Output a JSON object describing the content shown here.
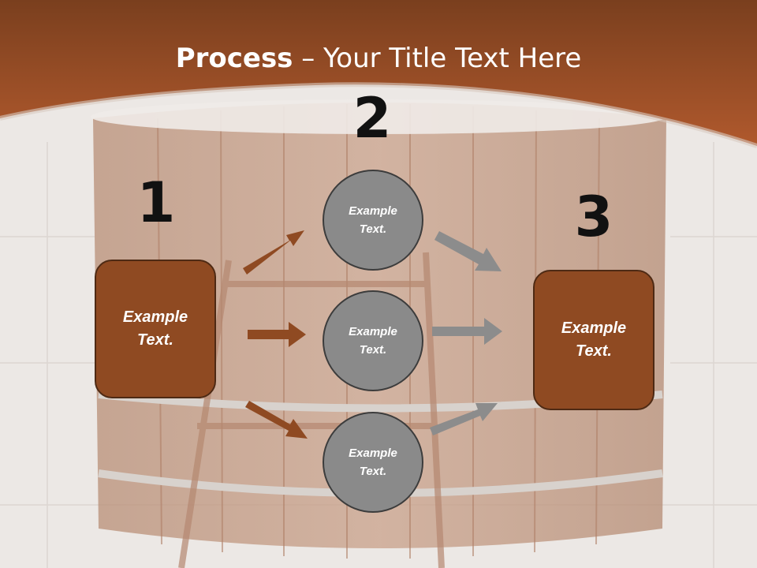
{
  "slide": {
    "title_bold": "Process",
    "title_rest": " – Your Title Text Here",
    "step_numbers": [
      "1",
      "2",
      "3"
    ],
    "left_box": {
      "label": "Example\nText."
    },
    "right_box": {
      "label": "Example\nText."
    },
    "circles": [
      {
        "label": "Example\nText."
      },
      {
        "label": "Example\nText."
      },
      {
        "label": "Example\nText."
      }
    ]
  },
  "colors": {
    "header_brown": "#a0522d",
    "box_fill": "#8f4a22",
    "box_border": "#4e2a14",
    "circle_fill": "#8a8a8a",
    "brown_arrow": "#8f4a22",
    "gray_arrow": "#8c8c8c"
  }
}
